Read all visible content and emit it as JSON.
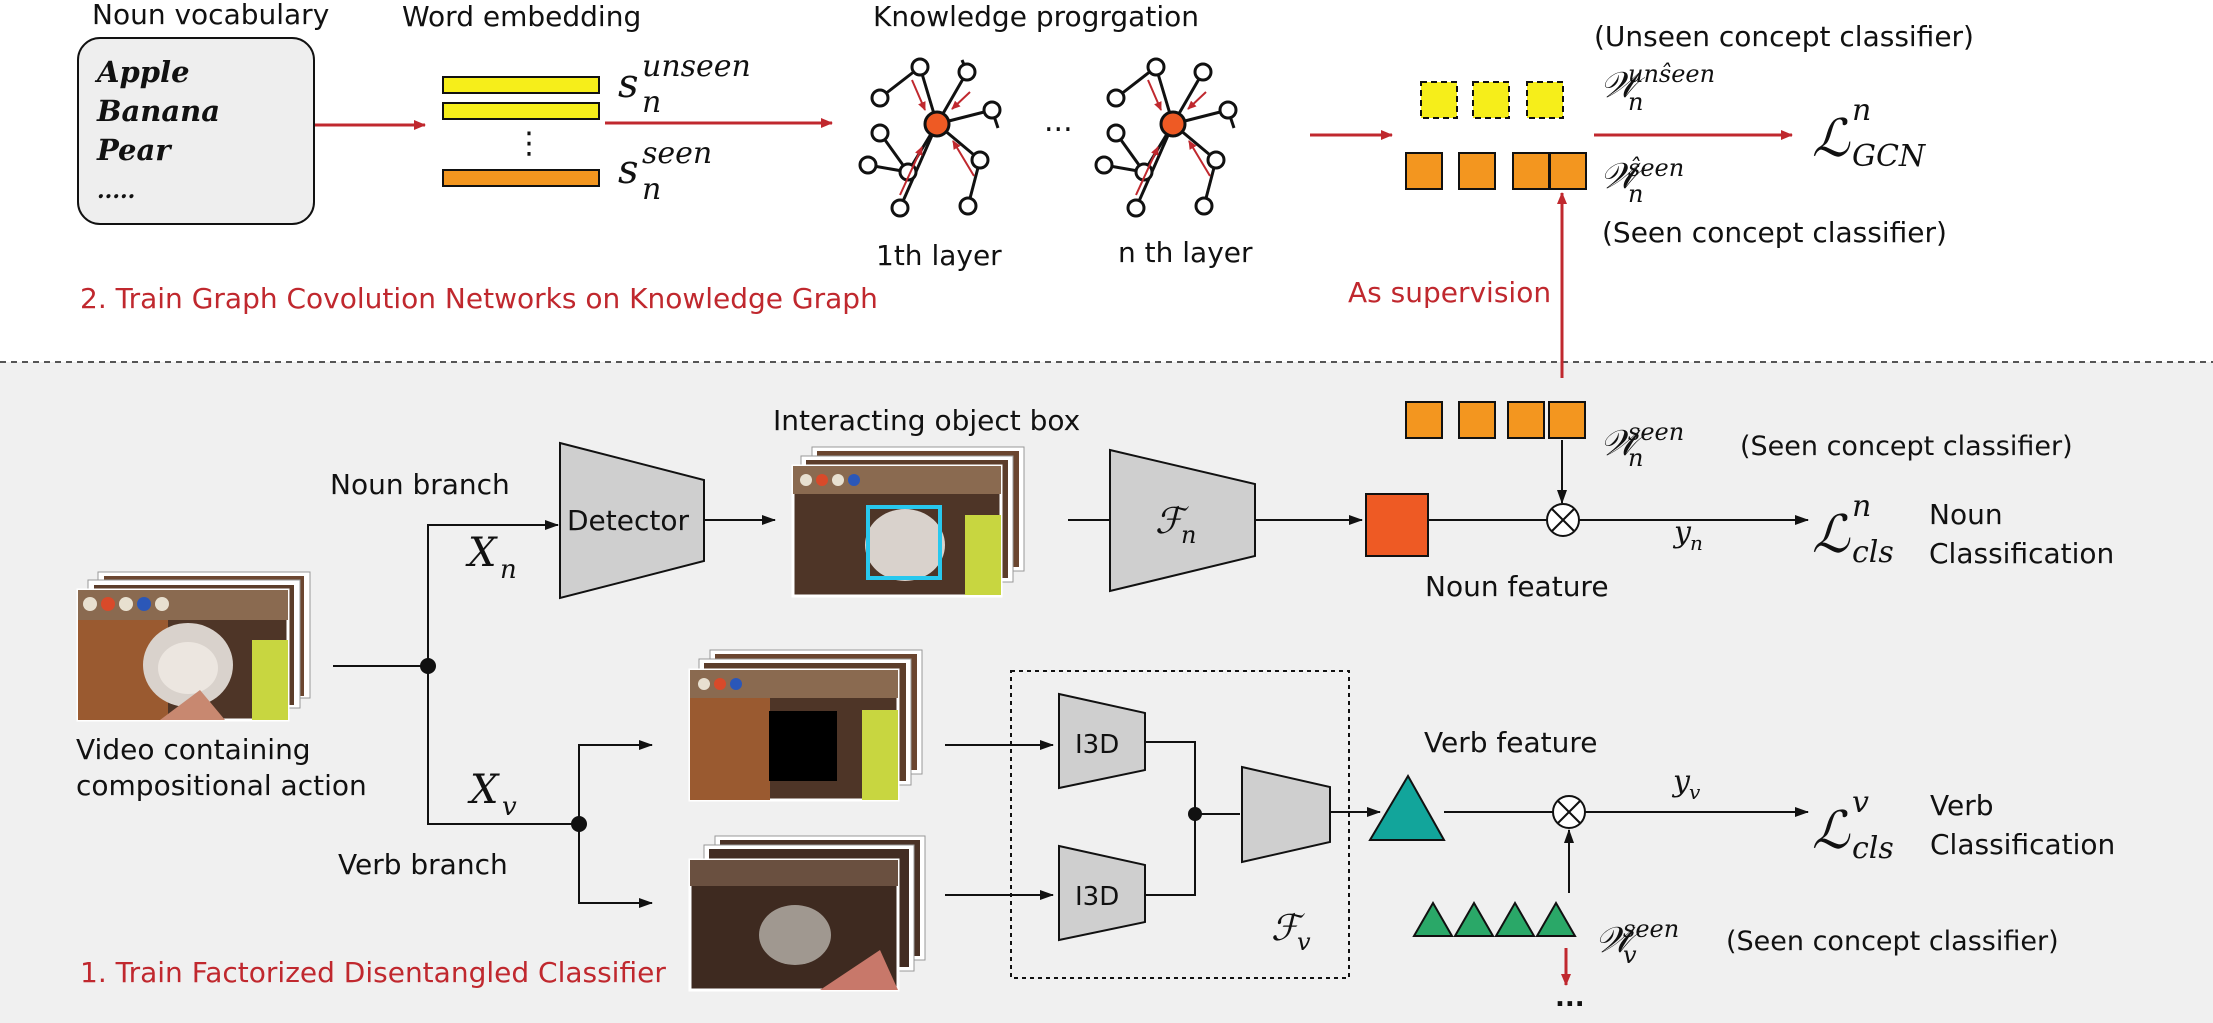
{
  "colors": {
    "red_text": "#c0282e",
    "arrow_red": "#c0282e",
    "unseen_yellow": "#f6ee1a",
    "seen_orange": "#f3961f",
    "noun_feature": "#ee5a24",
    "graph_node": "#ee5a24",
    "verb_feature": "#12a59b",
    "verb_classifier": "#2aa868",
    "trapezoid": "#cfcfcf",
    "bottom_panel": "#f0f0f0",
    "cyan_box": "#28c8ee"
  },
  "top": {
    "noun_vocab_title": "Noun vocabulary",
    "vocab_items": [
      "Apple",
      "Banana",
      "Pear",
      "....."
    ],
    "word_embedding_title": "Word embedding",
    "vdots": "⋮",
    "s_unseen": {
      "base": "s",
      "sub": "n",
      "sup": "unseen"
    },
    "s_seen": {
      "base": "s",
      "sub": "n",
      "sup": "seen"
    },
    "knowledge_title": "Knowledge progrgation",
    "layer1": "1th layer",
    "layern": "n th layer",
    "hdots": "...",
    "unseen_classifier": "(Unseen concept classifier)",
    "seen_classifier": "(Seen concept classifier)",
    "w_unseen": {
      "base": "𝒲",
      "sub": "n",
      "sup": "unŝeen"
    },
    "w_seen_hat": {
      "base": "𝒲",
      "sub": "n",
      "sup": "ŝeen"
    },
    "loss_gcn": {
      "base": "ℒ",
      "sub": "GCN",
      "sup": "n"
    },
    "as_supervision": "As supervision",
    "stage2_title": "2. Train Graph Covolution Networks on Knowledge Graph"
  },
  "bottom": {
    "video_caption_line1": "Video containing",
    "video_caption_line2": "compositional action",
    "noun_branch": "Noun branch",
    "verb_branch": "Verb branch",
    "x_n": {
      "base": "X",
      "sub": "n"
    },
    "x_v": {
      "base": "X",
      "sub": "v"
    },
    "detector": "Detector",
    "interacting_box": "Interacting object box",
    "f_n": {
      "base": "ℱ",
      "sub": "n"
    },
    "f_v": {
      "base": "ℱ",
      "sub": "v"
    },
    "i3d_top": "I3D",
    "i3d_bottom": "I3D",
    "noun_feature": "Noun feature",
    "verb_feature": "Verb feature",
    "w_n_seen": {
      "base": "𝒲",
      "sub": "n",
      "sup": "seen"
    },
    "w_n_seen_label": "(Seen concept classifier)",
    "w_v_seen": {
      "base": "𝒲",
      "sub": "v",
      "sup": "seen"
    },
    "w_v_seen_label": "(Seen concept classifier)",
    "y_n": {
      "base": "y",
      "sub": "n"
    },
    "y_v": {
      "base": "y",
      "sub": "v"
    },
    "loss_noun": {
      "base": "ℒ",
      "sub": "cls",
      "sup": "n"
    },
    "loss_verb": {
      "base": "ℒ",
      "sub": "cls",
      "sup": "v"
    },
    "noun_class_line1": "Noun",
    "noun_class_line2": "Classification",
    "verb_class_line1": "Verb",
    "verb_class_line2": "Classification",
    "verb_dots": "...",
    "stage1_title": "1. Train Factorized Disentangled Classifier"
  }
}
